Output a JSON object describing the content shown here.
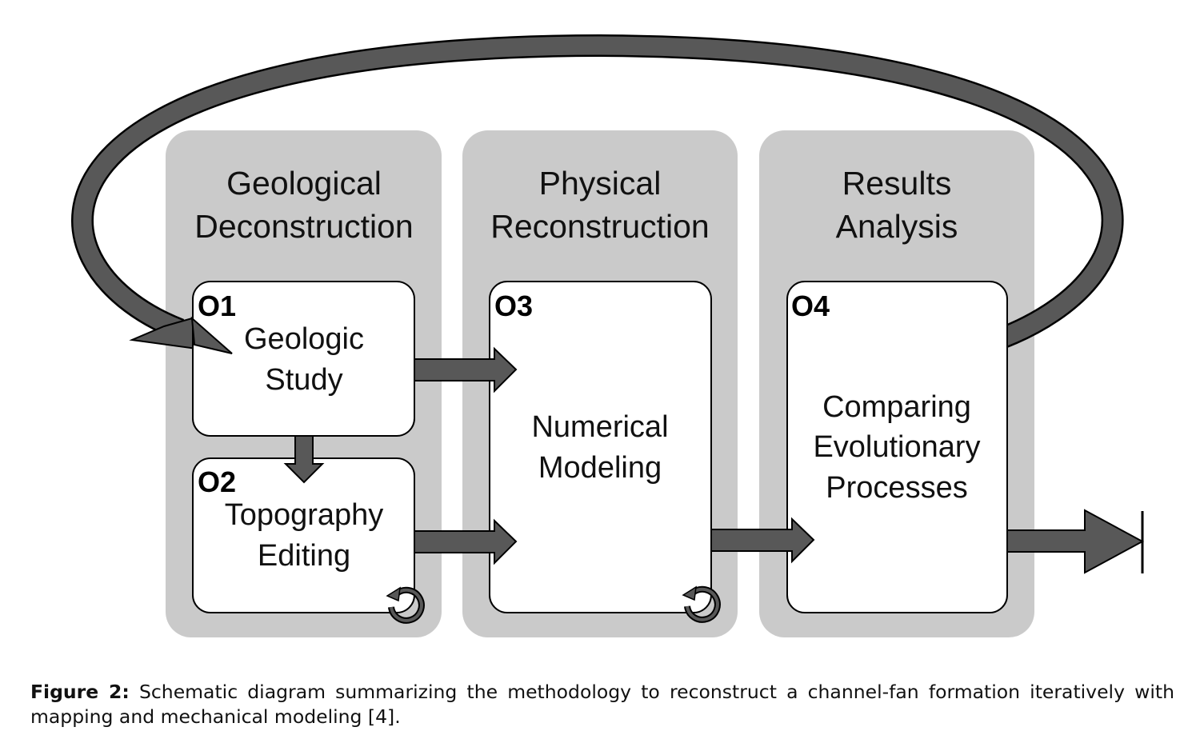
{
  "phases": [
    {
      "line1": "Geological",
      "line2": "Deconstruction"
    },
    {
      "line1": "Physical",
      "line2": "Reconstruction"
    },
    {
      "line1": "Results",
      "line2": "Analysis"
    }
  ],
  "boxes": [
    {
      "id": "O1",
      "lines": [
        "Geologic",
        "Study"
      ]
    },
    {
      "id": "O2",
      "lines": [
        "Topography",
        "Editing"
      ]
    },
    {
      "id": "O3",
      "lines": [
        "Numerical",
        "Modeling"
      ]
    },
    {
      "id": "O4",
      "lines": [
        "Comparing",
        "Evolutionary",
        "Processes"
      ]
    }
  ],
  "icons": [
    "refresh-icon"
  ],
  "colors": {
    "panel": "#cacaca",
    "arrow": "#585858",
    "outline": "#000000"
  },
  "caption": {
    "label": "Figure 2:",
    "text": " Schematic diagram summarizing the methodology to reconstruct a channel-fan formation iteratively with mapping and mechanical modeling [4]."
  }
}
